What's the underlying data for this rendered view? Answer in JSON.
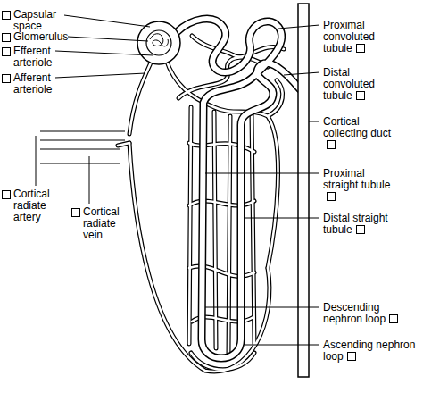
{
  "diagram": {
    "labels": [
      "Capsular space",
      "Glomerulus",
      "Efferent arteriole",
      "Afferent arteriole",
      "Proximal convoluted tubule",
      "Distal convoluted tubule",
      "Cortical collecting duct",
      "Proximal straight tubule",
      "Distal straight tubule",
      "Cortical radiate artery",
      "Cortical radiate vein",
      "Descending nephron loop",
      "Ascending nephron loop"
    ]
  }
}
